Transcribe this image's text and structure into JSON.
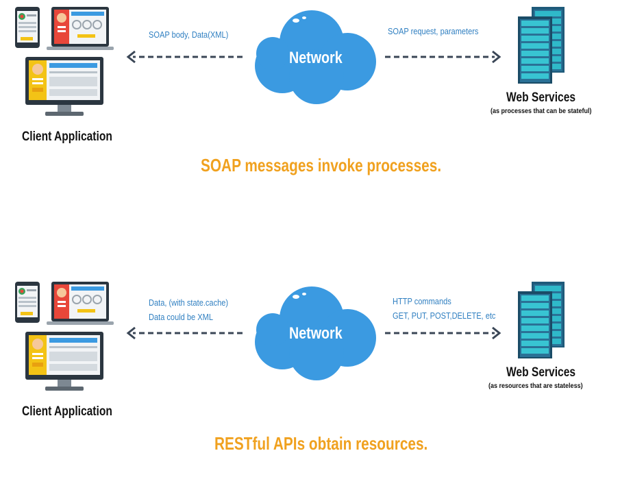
{
  "colors": {
    "cloud": "#3b9ae1",
    "arrow": "#3a4656",
    "message_text": "#2f7fc1",
    "caption_text": "#f0a11f",
    "server_body": "#1f5a7a",
    "server_panel": "#2fb9c9"
  },
  "icons": [
    "mobile-device-icon",
    "laptop-icon",
    "desktop-monitor-icon",
    "cloud-icon",
    "server-rack-icon",
    "dashed-arrow-left-icon",
    "dashed-arrow-right-icon"
  ],
  "soap": {
    "client_label": "Client Application",
    "network_label": "Network",
    "left_message": [
      "SOAP body, Data(XML)"
    ],
    "right_message": [
      "SOAP request, parameters"
    ],
    "service_title": "Web Services",
    "service_subtitle": "(as processes that can be stateful)",
    "caption": "SOAP messages invoke processes."
  },
  "rest": {
    "client_label": "Client Application",
    "network_label": "Network",
    "left_message": [
      "Data, (with state.cache)",
      "Data could be XML"
    ],
    "right_message": [
      "HTTP commands",
      "GET, PUT, POST,DELETE, etc"
    ],
    "service_title": "Web Services",
    "service_subtitle": "(as resources that are stateless)",
    "caption": "RESTful APIs obtain resources."
  }
}
